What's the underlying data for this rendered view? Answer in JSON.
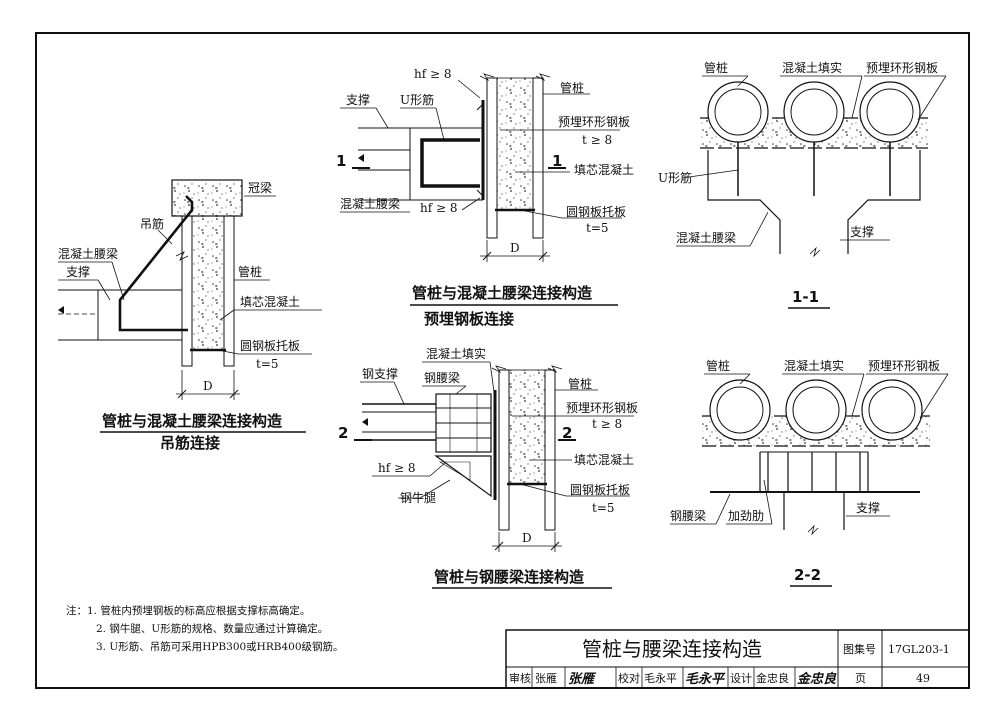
{
  "d1": {
    "guanliang": "冠梁",
    "diaojin": "吊筋",
    "yaoliang": "混凝土腰梁",
    "zhicheng": "支撑",
    "guanzhuang": "管桩",
    "tianxin": "填芯混凝土",
    "tuoban": "圆钢板托板",
    "t5": "t=5",
    "D": "D",
    "caption1": "管桩与混凝土腰梁连接构造",
    "caption2": "吊筋连接"
  },
  "d2": {
    "hf_top": "hf ≥ 8",
    "guanzhuang": "管桩",
    "zhicheng": "支撑",
    "uxingjin": "U形筋",
    "yumai": "预埋环形钢板",
    "t8": "t ≥ 8",
    "sec_left": "1",
    "sec_right": "1",
    "tianxin": "填芯混凝土",
    "yaoliang": "混凝土腰梁",
    "hf_bot": "hf ≥ 8",
    "tuoban": "圆钢板托板",
    "t5": "t=5",
    "D": "D",
    "caption1": "管桩与混凝土腰梁连接构造",
    "caption2": "预埋钢板连接"
  },
  "d3": {
    "guanzhuang": "管桩",
    "tianshi": "混凝土填实",
    "yumai": "预埋环形钢板",
    "uxingjin": "U形筋",
    "yaoliang": "混凝土腰梁",
    "zhicheng": "支撑",
    "section": "1-1"
  },
  "d4": {
    "tianshi": "混凝土填实",
    "gangzhicheng": "钢支撑",
    "gangyaoliang": "钢腰梁",
    "guanzhuang": "管桩",
    "yumai": "预埋环形钢板",
    "t8": "t ≥ 8",
    "sec_left": "2",
    "sec_right": "2",
    "tianxin": "填芯混凝土",
    "hf": "hf ≥ 8",
    "tuoban": "圆钢板托板",
    "niutui": "钢牛腿",
    "t5": "t=5",
    "D": "D",
    "caption": "管桩与钢腰梁连接构造"
  },
  "d5": {
    "guanzhuang": "管桩",
    "tianshi": "混凝土填实",
    "yumai": "预埋环形钢板",
    "gangyaoliang": "钢腰梁",
    "jiajinlei": "加劲肋",
    "zhicheng": "支撑",
    "section": "2-2"
  },
  "notes": [
    "注：1. 管桩内预埋钢板的标高应根据支撑标高确定。",
    "2. 钢牛腿、U形筋的规格、数量应通过计算确定。",
    "3. U形筋、吊筋可采用HPB300或HRB400级钢筋。"
  ],
  "titleblock": {
    "title": "管桩与腰梁连接构造",
    "atlas_label": "图集号",
    "atlas_no": "17GL203-1",
    "page_label": "页",
    "page_no": "49",
    "review_label": "审核",
    "reviewer": "张雁",
    "reviewer_sig": "张雁",
    "check_label": "校对",
    "checker": "毛永平",
    "checker_sig": "毛永平",
    "design_label": "设计",
    "designer": "金忠良",
    "designer_sig": "金忠良"
  }
}
